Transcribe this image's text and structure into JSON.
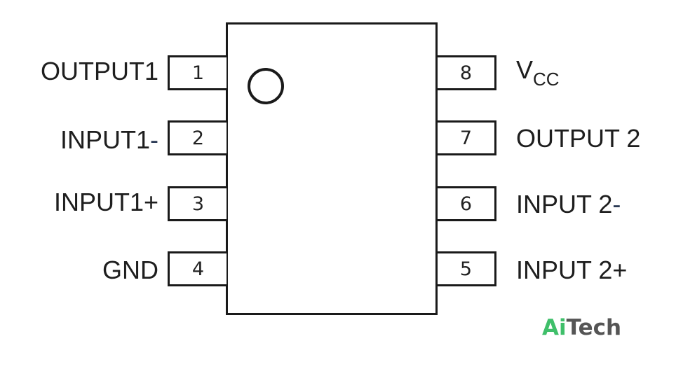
{
  "pins_left": [
    {
      "number": "1",
      "name": "OUTPUT1",
      "sign": ""
    },
    {
      "number": "2",
      "name": "INPUT1",
      "sign": "-"
    },
    {
      "number": "3",
      "name": "INPUT1",
      "sign": "+"
    },
    {
      "number": "4",
      "name": "GND",
      "sign": ""
    }
  ],
  "pins_right": [
    {
      "number": "8",
      "name": "V",
      "sub": "CC",
      "sign": ""
    },
    {
      "number": "7",
      "name": "OUTPUT 2",
      "sign": ""
    },
    {
      "number": "6",
      "name": "INPUT 2",
      "sign": "-"
    },
    {
      "number": "5",
      "name": "INPUT 2",
      "sign": "+"
    }
  ],
  "logo": {
    "part1": "Ai",
    "part2": "Tech"
  },
  "colors": {
    "outline": "#1a1a1a",
    "logo_green": "#3fbf6a",
    "logo_gray": "#555555"
  }
}
